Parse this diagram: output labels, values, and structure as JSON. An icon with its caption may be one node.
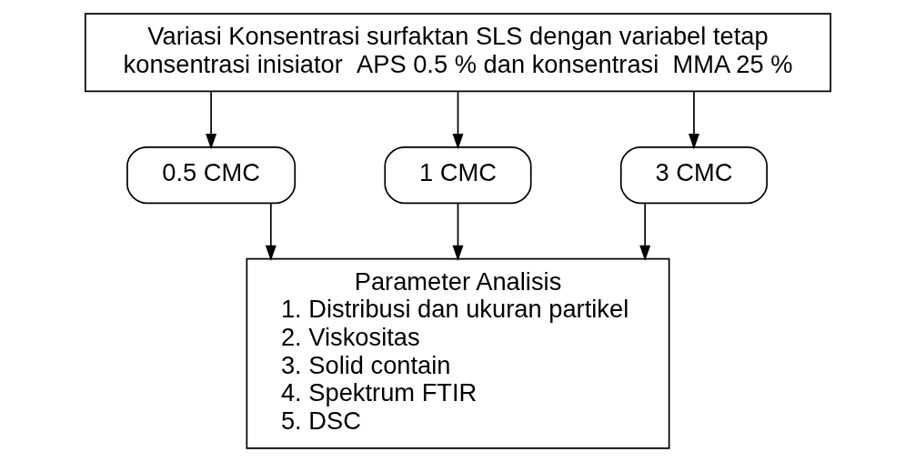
{
  "diagram": {
    "nodes": [
      {
        "text": [
          "Variasi Konsentrasi surfaktan SLS dengan variabel tetap konsentrasi inisiator  APS 0.5 % dan konsentrasi  MMA 25 %"
        ]
      },
      {
        "text": [
          "0.5 CMC"
        ]
      },
      {
        "text": [
          "1 CMC"
        ]
      },
      {
        "text": [
          "3 CMC"
        ]
      },
      {
        "text": [
          "Parameter Analisis",
          "1. Distribusi dan ukuran partikel",
          "2. Viskositas",
          "3. Solid contain",
          "4. Spektrum FTIR",
          "5. DSC"
        ]
      }
    ],
    "edges": [
      {
        "from": 0,
        "to": 1,
        "arrow": "to"
      },
      {
        "from": 0,
        "to": 2,
        "arrow": "to"
      },
      {
        "from": 0,
        "to": 3,
        "arrow": "to"
      },
      {
        "from": 1,
        "to": 4,
        "arrow": "to"
      },
      {
        "from": 2,
        "to": 4,
        "arrow": "to"
      },
      {
        "from": 3,
        "to": 4,
        "arrow": "to"
      }
    ]
  }
}
